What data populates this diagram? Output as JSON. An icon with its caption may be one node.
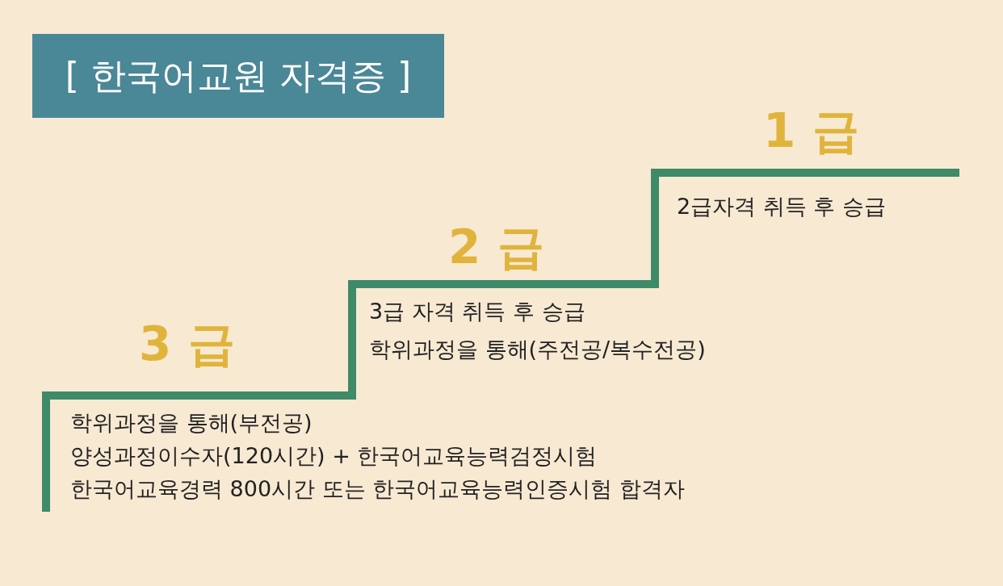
{
  "diagram": {
    "title": "[ 한국어교원 자격증 ]",
    "labels": [
      "1 급",
      "2급자격 취득 후 승급",
      "2 급",
      "3급 자격 취득 후 승급",
      "학위과정을 통해(주전공/복수전공)",
      "3 급",
      "학위과정을 통해(부전공)",
      "양성과정이수자(120시간) + 한국어교육능력검정시험",
      "한국어교육경력 800시간 또는 한국어교육능력인증시험 합격자"
    ]
  }
}
